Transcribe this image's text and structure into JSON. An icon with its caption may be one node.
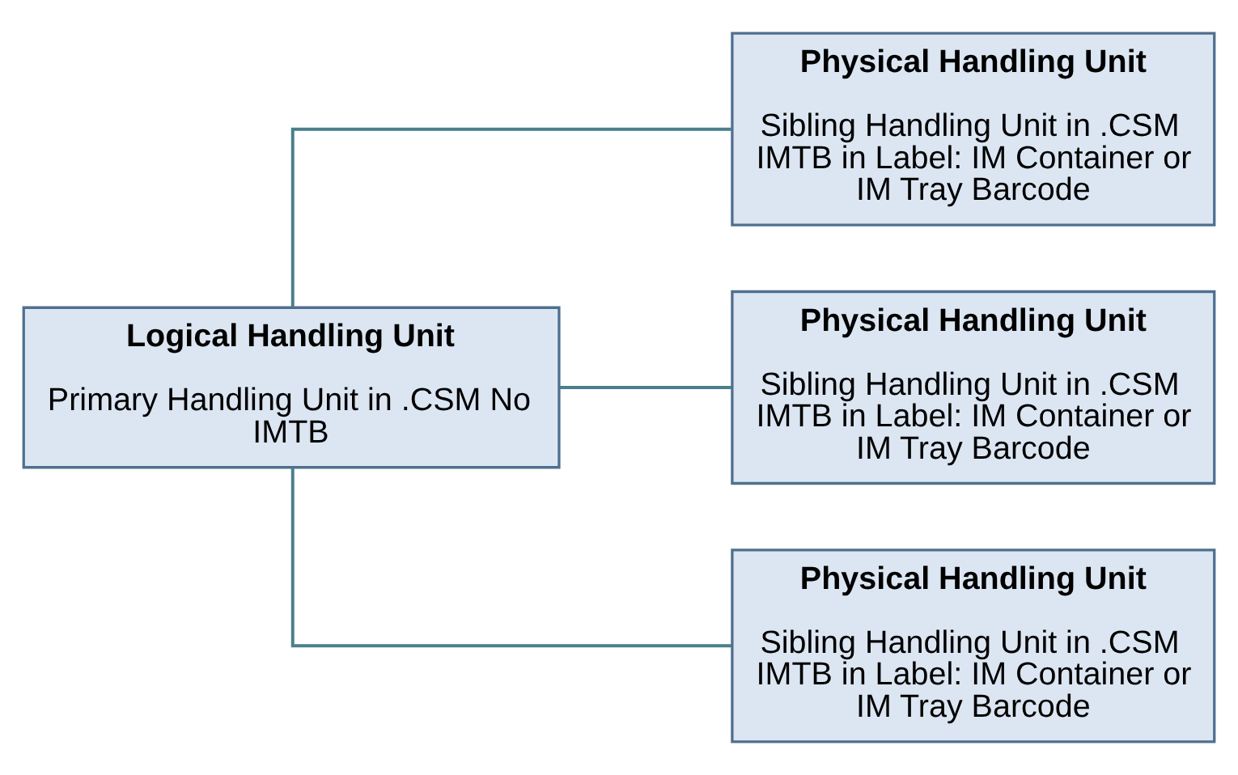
{
  "diagram": {
    "nodes": [
      {
        "text": [
          "Logical Handling Unit",
          "Primary Handling Unit in .CSM No IMTB"
        ]
      },
      {
        "text": [
          "Physical Handling Unit",
          "Sibling Handling Unit in .CSM IMTB in Label: IM Container or IM Tray Barcode"
        ]
      },
      {
        "text": [
          "Physical Handling Unit",
          "Sibling Handling Unit in .CSM IMTB in Label: IM Container or IM Tray Barcode"
        ]
      },
      {
        "text": [
          "Physical Handling Unit",
          "Sibling Handling Unit in .CSM IMTB in Label: IM Container or IM Tray Barcode"
        ]
      }
    ],
    "edges": [
      {
        "from": 0,
        "to": 1,
        "arrow": "none"
      },
      {
        "from": 0,
        "to": 2,
        "arrow": "none"
      },
      {
        "from": 0,
        "to": 3,
        "arrow": "none"
      }
    ]
  }
}
